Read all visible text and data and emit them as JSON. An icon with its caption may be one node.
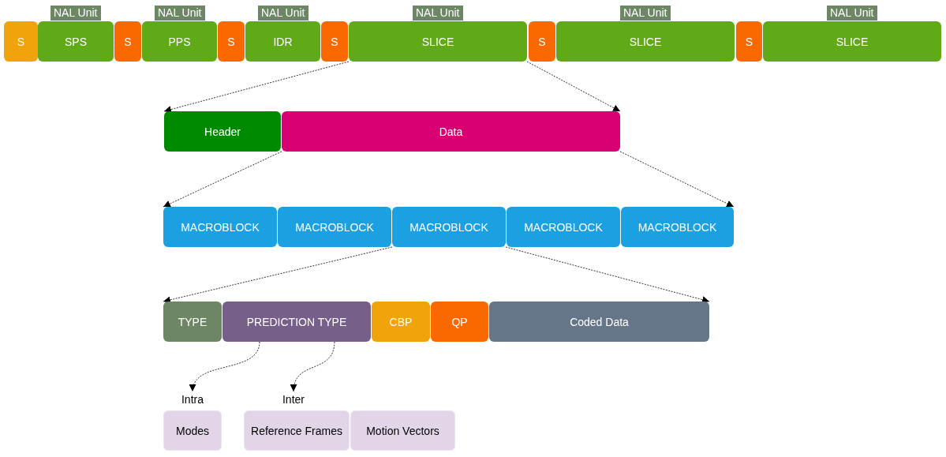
{
  "diagram": {
    "nodes": [
      {
        "text": [
          "S"
        ]
      },
      {
        "text": [
          "SPS"
        ],
        "beside": [
          "NAL Unit"
        ]
      },
      {
        "text": [
          "S"
        ]
      },
      {
        "text": [
          "PPS"
        ],
        "beside": [
          "NAL Unit"
        ]
      },
      {
        "text": [
          "S"
        ]
      },
      {
        "text": [
          "IDR"
        ],
        "beside": [
          "NAL Unit"
        ]
      },
      {
        "text": [
          "S"
        ]
      },
      {
        "text": [
          "SLICE"
        ],
        "beside": [
          "NAL Unit"
        ]
      },
      {
        "text": [
          "S"
        ]
      },
      {
        "text": [
          "SLICE"
        ],
        "beside": [
          "NAL Unit"
        ]
      },
      {
        "text": [
          "S"
        ]
      },
      {
        "text": [
          "SLICE"
        ],
        "beside": [
          "NAL Unit"
        ]
      },
      {
        "text": [
          "Header"
        ]
      },
      {
        "text": [
          "Data"
        ]
      },
      {
        "text": [
          "MACROBLOCK"
        ]
      },
      {
        "text": [
          "MACROBLOCK"
        ]
      },
      {
        "text": [
          "MACROBLOCK"
        ]
      },
      {
        "text": [
          "MACROBLOCK"
        ]
      },
      {
        "text": [
          "MACROBLOCK"
        ]
      },
      {
        "text": [
          "TYPE"
        ]
      },
      {
        "text": [
          "PREDICTION TYPE"
        ]
      },
      {
        "text": [
          "CBP"
        ]
      },
      {
        "text": [
          "QP"
        ]
      },
      {
        "text": [
          "Coded Data"
        ]
      },
      {
        "text": [
          "Intra"
        ]
      },
      {
        "text": [
          "Inter"
        ]
      },
      {
        "text": [
          "Modes"
        ]
      },
      {
        "text": [
          "Reference Frames"
        ]
      },
      {
        "text": [
          "Motion Vectors"
        ]
      }
    ],
    "edges": [
      {
        "from": 7,
        "to": 12,
        "arrow": "to",
        "style": "dashed"
      },
      {
        "from": 7,
        "to": 13,
        "arrow": "to",
        "style": "dashed"
      },
      {
        "from": 13,
        "to": 14,
        "arrow": "to",
        "style": "dashed"
      },
      {
        "from": 13,
        "to": 18,
        "arrow": "to",
        "style": "dashed"
      },
      {
        "from": 16,
        "to": 19,
        "arrow": "to",
        "style": "dashed"
      },
      {
        "from": 16,
        "to": 23,
        "arrow": "to",
        "style": "dashed"
      },
      {
        "from": 20,
        "to": 24,
        "arrow": "to",
        "style": "dashed"
      },
      {
        "from": 20,
        "to": 25,
        "arrow": "to",
        "style": "dashed"
      }
    ]
  }
}
